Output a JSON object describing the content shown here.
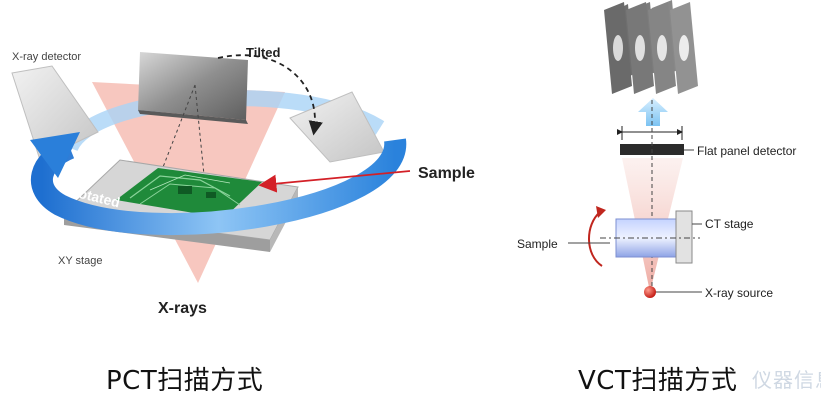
{
  "pct": {
    "caption": "PCT扫描方式",
    "labels": {
      "detector": "X-ray detector",
      "tilted": "Tilted",
      "sample": "Sample",
      "rotated": "Rotated",
      "stage": "XY stage",
      "xrays": "X-rays"
    }
  },
  "vct": {
    "caption": "VCT扫描方式",
    "labels": {
      "flat_panel": "Flat panel detector",
      "ct_stage": "CT stage",
      "sample": "Sample",
      "source": "X-ray source"
    }
  },
  "watermark": "仪器信息网",
  "colors": {
    "beam": "#f4b4ab",
    "ring": "#3b8fe0",
    "pcb": "#1f8a3a",
    "arrow": "#d32027",
    "detector": "#9a9a9a"
  }
}
